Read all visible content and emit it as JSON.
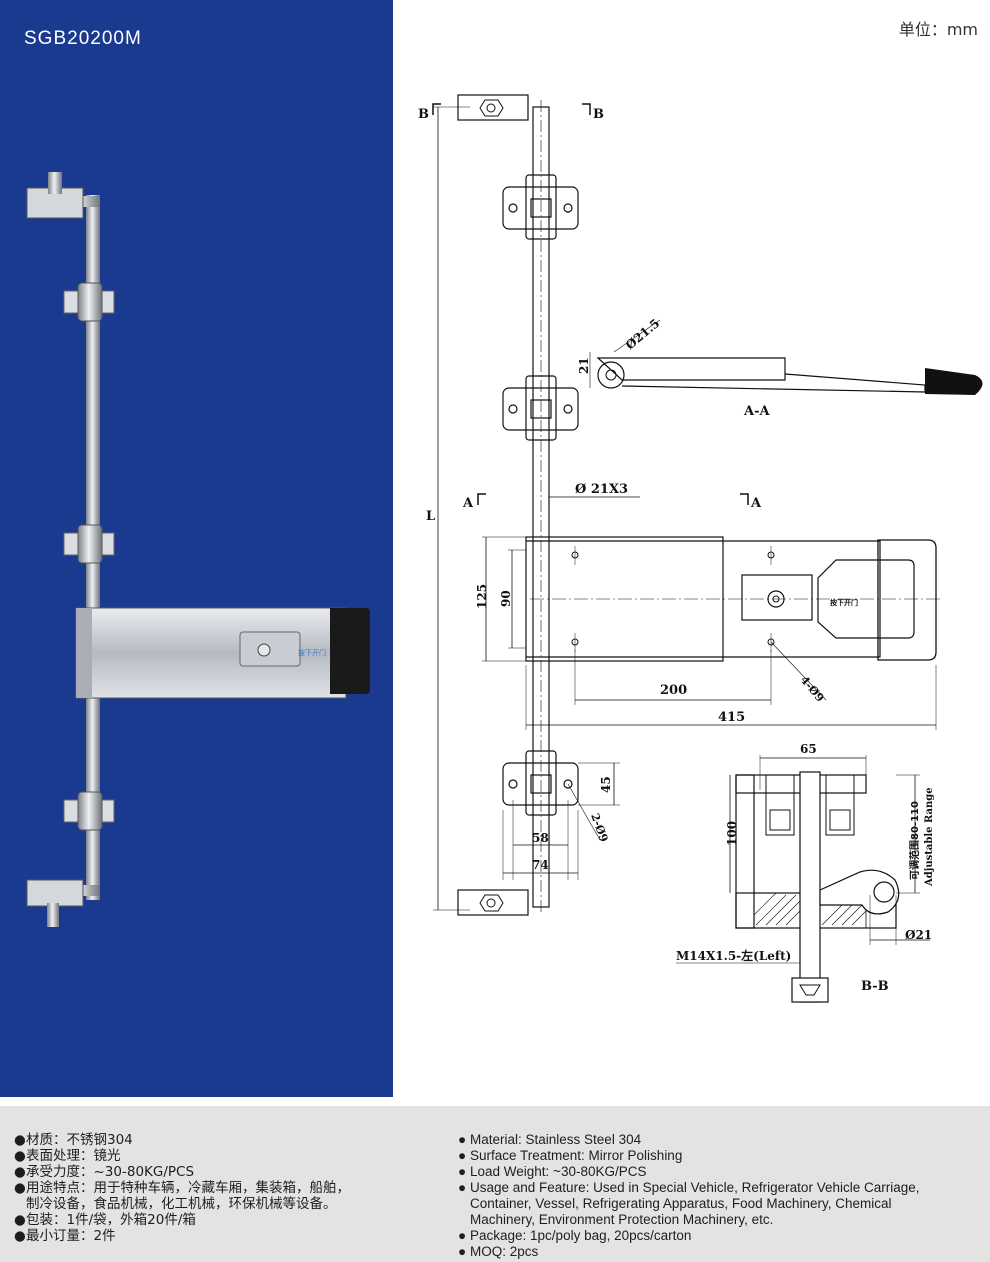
{
  "header": {
    "model": "SGB20200M",
    "unit": "单位：mm"
  },
  "drawing_labels": {
    "section_bb_left": "B",
    "section_bb_right": "B",
    "section_aa_left": "A",
    "section_aa_right": "A",
    "length": "L",
    "handle_dia": "Ø21.5",
    "handle_h": "21",
    "aa_title": "A-A",
    "rod_dia": "Ø 21X3",
    "dim_125": "125",
    "dim_90": "90",
    "dim_200": "200",
    "dim_415": "415",
    "hole_4": "4-Ø9",
    "handle_text": "按下开门",
    "photo_handle_text": "按下开门",
    "dim_45": "45",
    "dim_58": "58",
    "dim_74": "74",
    "hole_2": "2-Ø9",
    "dim_65": "65",
    "dim_100": "100",
    "adjust_cn": "可调范围80-110",
    "adjust_en": "Adjustable Range",
    "dim_d21": "Ø21",
    "thread": "M14X1.5-左(Left)",
    "bb_title": "B-B"
  },
  "specs_cn": [
    "材质：不锈钢304",
    "表面处理：镜光",
    "承受力度：~30-80KG/PCS",
    "用途特点：用于特种车辆，冷藏车厢，集装箱，船舶，",
    "制冷设备，食品机械，化工机械，环保机械等设备。",
    "包装：1件/袋，外箱20件/箱",
    "最小订量：2件"
  ],
  "specs_en": [
    "Material: Stainless Steel 304",
    "Surface Treatment: Mirror Polishing",
    "Load Weight: ~30-80KG/PCS",
    "Usage and Feature: Used in Special Vehicle, Refrigerator Vehicle Carriage,",
    "Container, Vessel, Refrigerating Apparatus, Food Machinery, Chemical",
    "Machinery, Environment Protection Machinery, etc.",
    "Package: 1pc/poly bag, 20pcs/carton",
    "MOQ: 2pcs"
  ],
  "bullet": "●",
  "colors": {
    "panel": "#1a3a8f",
    "spec_bg": "#e3e3e3",
    "steel": "#c8ccd2",
    "rubber": "#1a1a1a"
  }
}
